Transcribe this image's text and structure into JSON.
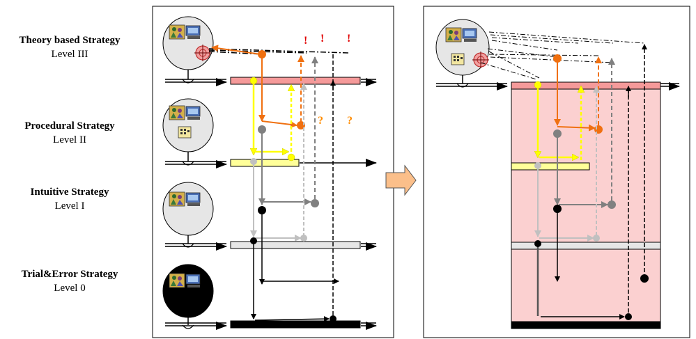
{
  "levels": [
    {
      "title": "Theory based Strategy",
      "sub": "Level III"
    },
    {
      "title": "Procedural Strategy",
      "sub": "Level II"
    },
    {
      "title": "Intuitive Strategy",
      "sub": "Level I"
    },
    {
      "title": "Trial&Error Strategy",
      "sub": "Level 0"
    }
  ],
  "marks": {
    "exclamation": "!",
    "question": "?"
  },
  "colors": {
    "level3_bar": "#f59a9a",
    "level2_bar": "#ffff99",
    "level1_bar": "#e6e6e6",
    "level0_bar": "#000000",
    "shaded_region": "#fbd0d0",
    "orange": "#f07010",
    "yellow": "#ffff00",
    "gray": "#808080",
    "lightgray": "#c0c0c0",
    "transition_arrow": "#fbbf8a"
  }
}
